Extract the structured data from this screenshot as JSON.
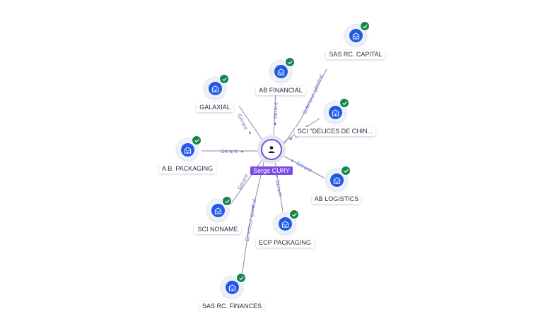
{
  "colors": {
    "company_icon_bg": "#2159e6",
    "verified_badge": "#17854b",
    "person_accent": "#7b4be3",
    "edge_label": "#6b6fd1",
    "edge_line": "#8a8aa0"
  },
  "person": {
    "name": "Serge CURY",
    "icon": "person-icon"
  },
  "companies": [
    {
      "id": "sas-rc-capital",
      "name": "SAS RC. CAPITAL",
      "icon": "building-icon",
      "verified": true
    },
    {
      "id": "ab-financial",
      "name": "AB FINANCIAL",
      "icon": "building-icon",
      "verified": true
    },
    {
      "id": "galaxial",
      "name": "GALAXIAL",
      "icon": "building-icon",
      "verified": true
    },
    {
      "id": "sci-delices-de-chine",
      "name": "SCI \"DELICES DE CHIN...",
      "icon": "building-icon",
      "verified": true
    },
    {
      "id": "ab-packaging",
      "name": "A.B. PACKAGING",
      "icon": "building-icon",
      "verified": true
    },
    {
      "id": "ab-logistics",
      "name": "AB LOGISTICS",
      "icon": "building-icon",
      "verified": true
    },
    {
      "id": "sci-noname",
      "name": "SCI NONAME",
      "icon": "building-icon",
      "verified": true
    },
    {
      "id": "ecp-packaging",
      "name": "ECP PACKAGING",
      "icon": "building-icon",
      "verified": true
    },
    {
      "id": "sas-rc-finances",
      "name": "SAS RC. FINANCES",
      "icon": "building-icon",
      "verified": true
    }
  ],
  "edges": [
    {
      "to": "sas-rc-capital",
      "label": "Directeur général"
    },
    {
      "to": "ab-financial",
      "label": "Gérant"
    },
    {
      "to": "galaxial",
      "label": "Gérant"
    },
    {
      "to": "sci-delices-de-chine",
      "label": "Gérant"
    },
    {
      "to": "ab-packaging",
      "label": "Gérant"
    },
    {
      "to": "ab-logistics",
      "label": "Gérant"
    },
    {
      "to": "sci-noname",
      "label": "Gérant"
    },
    {
      "to": "ecp-packaging",
      "label": "Gérant"
    },
    {
      "to": "sas-rc-finances",
      "label": "Directeur général"
    }
  ]
}
